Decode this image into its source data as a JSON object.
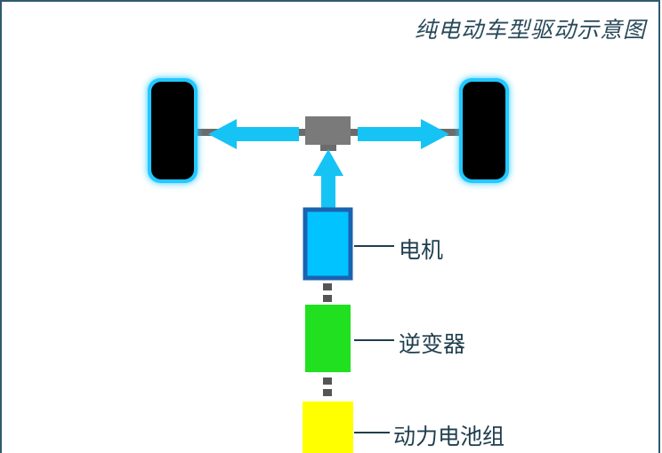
{
  "diagram": {
    "title": "纯电动车型驱动示意图",
    "components": {
      "motor": {
        "label": "电机"
      },
      "inverter": {
        "label": "逆变器"
      },
      "battery": {
        "label": "动力电池组"
      }
    },
    "colors": {
      "frame": "#2f5a6e",
      "arrow": "#16c3f5",
      "wheel": "#000000",
      "wheel_glow": "#22c8ff",
      "axle": "#6b6b6b",
      "differential": "#7a7a7a",
      "motor": "#00c3ff",
      "motor_border": "#1a63b0",
      "inverter": "#20e020",
      "battery": "#ffff00",
      "connector": "#555555",
      "label_line": "#1f3e4d"
    }
  }
}
